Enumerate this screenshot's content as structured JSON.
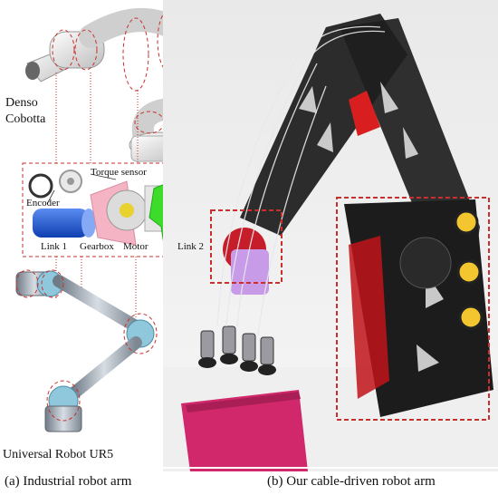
{
  "left_panel": {
    "robot_top_name_line1": "Denso",
    "robot_top_name_line2": "Cobotta",
    "robot_bottom_name": "Universal Robot UR5",
    "parts": {
      "torque_sensor": "Torque sensor",
      "encoder": "Encoder",
      "link1": "Link 1",
      "gearbox": "Gearbox",
      "motor": "Motor",
      "link2": "Link 2"
    }
  },
  "captions": {
    "left": "(a) Industrial robot arm",
    "right": "(b) Our cable-driven robot arm"
  },
  "colors": {
    "highlight": "#c9302c",
    "link1_blue": "#1e5fd6",
    "link2_green": "#3ddc2a",
    "gearbox_pink": "#f4b4c4",
    "carbon_black": "#1b1b1b",
    "accent_red": "#d81e1e",
    "joint_purple": "#c79be8"
  }
}
